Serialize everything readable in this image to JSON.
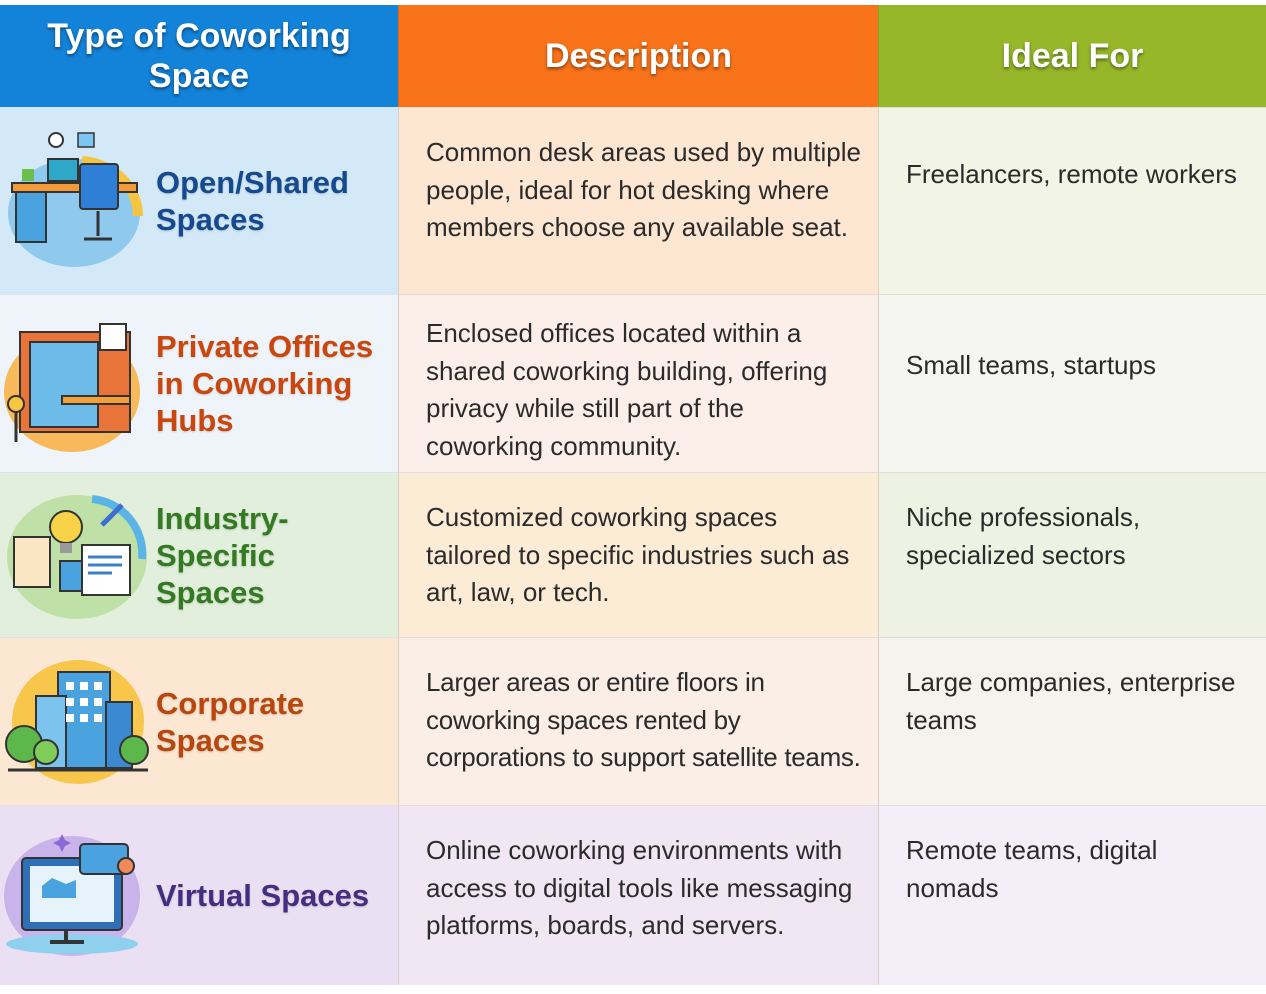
{
  "headers": [
    "Type of Coworking Space",
    "Description",
    "Ideal For"
  ],
  "header_colors": [
    "#1383d9",
    "#f8731a",
    "#97b72a"
  ],
  "rows": [
    {
      "type": "Open/Shared Spaces",
      "icon": "desk-workstation-icon",
      "title_color": "#164a8e",
      "bg": [
        "#d3e9f8",
        "#fde6d2",
        "#f2f4e6"
      ],
      "description": "Common desk areas used by multiple people, ideal for hot desking where members choose any available seat.",
      "ideal_for": "Freelancers, remote workers"
    },
    {
      "type": "Private Offices in Coworking Hubs",
      "icon": "private-office-icon",
      "title_color": "#c9470e",
      "bg": [
        "#eef4f9",
        "#fcefea",
        "#f5f6f2"
      ],
      "description": "Enclosed offices located within a shared coworking building, offering privacy while still part of the coworking community.",
      "ideal_for": "Small teams, startups"
    },
    {
      "type": "Industry-Specific Spaces",
      "icon": "lightbulb-tools-icon",
      "title_color": "#347a22",
      "bg": [
        "#e2efdc",
        "#fcebd5",
        "#edf2e3"
      ],
      "description": "Customized coworking spaces tailored to specific industries such as art, law, or tech.",
      "ideal_for": "Niche professionals, specialized sectors"
    },
    {
      "type": "Corporate Spaces",
      "icon": "office-building-icon",
      "title_color": "#b8460f",
      "bg": [
        "#fce7d2",
        "#fbeee6",
        "#f6f2ee"
      ],
      "description": "Larger areas or entire floors in coworking spaces rented by corporations to support satellite teams.",
      "ideal_for": "Large companies, enterprise teams"
    },
    {
      "type": "Virtual Spaces",
      "icon": "computer-monitor-icon",
      "title_color": "#472d80",
      "bg": [
        "#ebe0f3",
        "#f1e6f4",
        "#f3eef7"
      ],
      "description": "Online coworking environments with access to digital tools like messaging platforms, boards, and servers.",
      "ideal_for": "Remote teams, digital nomads"
    }
  ]
}
